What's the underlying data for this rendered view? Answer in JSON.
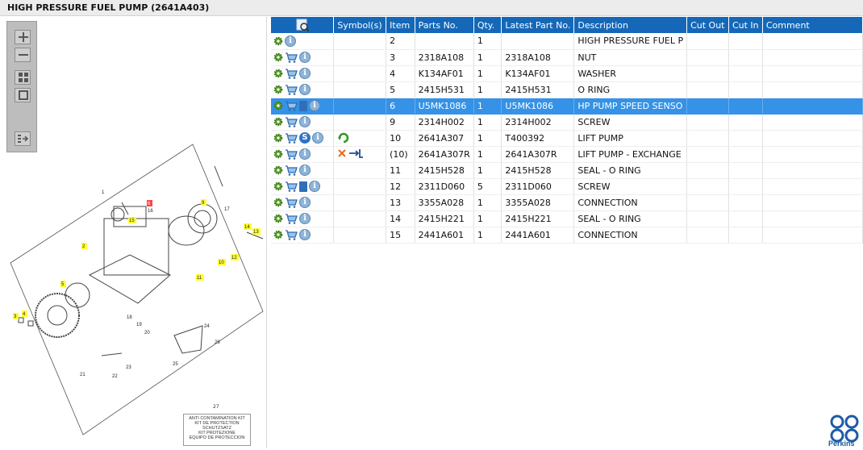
{
  "title": "HIGH PRESSURE FUEL PUMP (2641A403)",
  "toolbar": {
    "zoom_in": "zoom-in-icon",
    "zoom_out": "zoom-out-icon",
    "fit_all": "fit-all-icon",
    "fit_box": "fit-box-icon",
    "export": "export-icon"
  },
  "drawing": {
    "callouts": [
      "1",
      "2",
      "3",
      "4",
      "5",
      "6",
      "9",
      "10",
      "11",
      "12",
      "13",
      "14",
      "15",
      "16",
      "17",
      "18",
      "19",
      "20",
      "21",
      "22",
      "23",
      "24",
      "25",
      "26",
      "27"
    ],
    "kit_label_number": "27",
    "kit_label_lines": [
      "ANTI CONTAMINATION KIT",
      "KIT DE PROTECTION",
      "SCHUTZSATZ",
      "KIT PROTEZIONE",
      "EQUIPO DE PROTECCION"
    ]
  },
  "grid": {
    "headers": {
      "icons": "",
      "symbols": "Symbol(s)",
      "item": "Item",
      "part_no": "Parts No.",
      "qty": "Qty.",
      "latest": "Latest Part No.",
      "description": "Description",
      "cut_out": "Cut Out",
      "cut_in": "Cut In",
      "comment": "Comment"
    },
    "rows": [
      {
        "item": "2",
        "part_no": "",
        "qty": "1",
        "latest": "",
        "description": "HIGH PRESSURE FUEL P",
        "cut_out": "",
        "cut_in": "",
        "comment": "",
        "icons": [
          "gear-icon",
          "info-icon"
        ],
        "symbols": []
      },
      {
        "item": "3",
        "part_no": "2318A108",
        "qty": "1",
        "latest": "2318A108",
        "description": "NUT",
        "cut_out": "",
        "cut_in": "",
        "comment": "",
        "icons": [
          "gear-icon",
          "cart-icon",
          "info-icon"
        ],
        "symbols": []
      },
      {
        "item": "4",
        "part_no": "K134AF01",
        "qty": "1",
        "latest": "K134AF01",
        "description": "WASHER",
        "cut_out": "",
        "cut_in": "",
        "comment": "",
        "icons": [
          "gear-icon",
          "cart-icon",
          "info-icon"
        ],
        "symbols": []
      },
      {
        "item": "5",
        "part_no": "2415H531",
        "qty": "1",
        "latest": "2415H531",
        "description": "O RING",
        "cut_out": "",
        "cut_in": "",
        "comment": "",
        "icons": [
          "gear-icon",
          "cart-icon",
          "info-icon"
        ],
        "symbols": []
      },
      {
        "item": "6",
        "part_no": "U5MK1086",
        "qty": "1",
        "latest": "U5MK1086",
        "description": "HP PUMP SPEED SENSO",
        "cut_out": "",
        "cut_in": "",
        "comment": "",
        "icons": [
          "gear-icon",
          "cart-icon",
          "book-icon",
          "info-icon"
        ],
        "symbols": [],
        "selected": true
      },
      {
        "item": "9",
        "part_no": "2314H002",
        "qty": "1",
        "latest": "2314H002",
        "description": "SCREW",
        "cut_out": "",
        "cut_in": "",
        "comment": "",
        "icons": [
          "gear-icon",
          "cart-icon",
          "info-icon"
        ],
        "symbols": []
      },
      {
        "item": "10",
        "part_no": "2641A307",
        "qty": "1",
        "latest": "T400392",
        "description": "LIFT PUMP",
        "cut_out": "",
        "cut_in": "",
        "comment": "",
        "icons": [
          "gear-icon",
          "cart-icon",
          "s-icon",
          "info-icon"
        ],
        "symbols": [
          "superseded-icon"
        ]
      },
      {
        "item": "(10)",
        "part_no": "2641A307R",
        "qty": "1",
        "latest": "2641A307R",
        "description": "LIFT PUMP - EXCHANGE",
        "cut_out": "",
        "cut_in": "",
        "comment": "",
        "icons": [
          "gear-icon",
          "cart-icon",
          "info-icon"
        ],
        "symbols": [
          "not-available-icon",
          "exchange-icon"
        ]
      },
      {
        "item": "11",
        "part_no": "2415H528",
        "qty": "1",
        "latest": "2415H528",
        "description": "SEAL - O RING",
        "cut_out": "",
        "cut_in": "",
        "comment": "",
        "icons": [
          "gear-icon",
          "cart-icon",
          "info-icon"
        ],
        "symbols": []
      },
      {
        "item": "12",
        "part_no": "2311D060",
        "qty": "5",
        "latest": "2311D060",
        "description": "SCREW",
        "cut_out": "",
        "cut_in": "",
        "comment": "",
        "icons": [
          "gear-icon",
          "cart-icon",
          "book-icon",
          "info-icon"
        ],
        "symbols": []
      },
      {
        "item": "13",
        "part_no": "3355A028",
        "qty": "1",
        "latest": "3355A028",
        "description": "CONNECTION",
        "cut_out": "",
        "cut_in": "",
        "comment": "",
        "icons": [
          "gear-icon",
          "cart-icon",
          "info-icon"
        ],
        "symbols": []
      },
      {
        "item": "14",
        "part_no": "2415H221",
        "qty": "1",
        "latest": "2415H221",
        "description": "SEAL - O RING",
        "cut_out": "",
        "cut_in": "",
        "comment": "",
        "icons": [
          "gear-icon",
          "cart-icon",
          "info-icon"
        ],
        "symbols": []
      },
      {
        "item": "15",
        "part_no": "2441A601",
        "qty": "1",
        "latest": "2441A601",
        "description": "CONNECTION",
        "cut_out": "",
        "cut_in": "",
        "comment": "",
        "icons": [
          "gear-icon",
          "cart-icon",
          "info-icon"
        ],
        "symbols": []
      }
    ]
  },
  "brand": {
    "name": "Perkins",
    "color": "#1e5aa8"
  },
  "colors": {
    "header_bg": "#1568b8",
    "selected_row": "#3592e6",
    "gear": "#5aa02c",
    "highlight": "#ffff33"
  }
}
